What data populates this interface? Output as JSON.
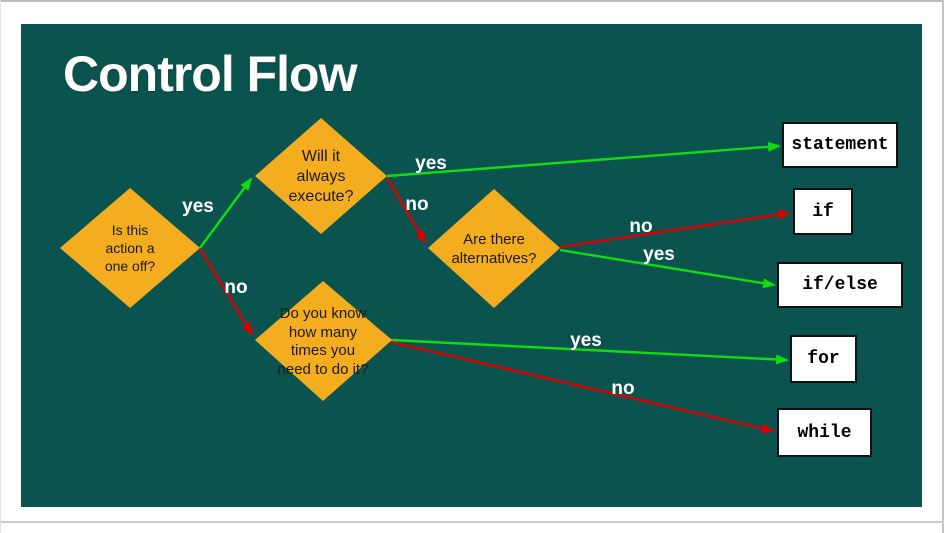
{
  "title": "Control Flow",
  "colors": {
    "slide_background": "#0b534f",
    "title_color": "#ffffff",
    "diamond_fill": "#f5ad20",
    "diamond_text": "#1a1a1a",
    "yes_arrow": "#0fde0f",
    "no_arrow": "#dd0000",
    "edge_label_color": "#ffffff",
    "outcome_background": "#ffffff",
    "outcome_border": "#111111",
    "frame_line": "#bcbcbc"
  },
  "decisions": [
    {
      "id": "one-off",
      "label": "Is this\naction a\none off?"
    },
    {
      "id": "always-execute",
      "label": "Will it\nalways\nexecute?"
    },
    {
      "id": "alternatives",
      "label": "Are there\nalternatives?"
    },
    {
      "id": "how-many-times",
      "label": "Do you know\nhow many\ntimes you\nneed to do it?"
    }
  ],
  "outcomes": [
    {
      "id": "statement",
      "label": "statement"
    },
    {
      "id": "if",
      "label": "if"
    },
    {
      "id": "if-else",
      "label": "if/else"
    },
    {
      "id": "for",
      "label": "for"
    },
    {
      "id": "while",
      "label": "while"
    }
  ],
  "edges": [
    {
      "from": "one-off",
      "to": "always-execute",
      "answer": "yes"
    },
    {
      "from": "one-off",
      "to": "how-many-times",
      "answer": "no"
    },
    {
      "from": "always-execute",
      "to": "statement",
      "answer": "yes"
    },
    {
      "from": "always-execute",
      "to": "alternatives",
      "answer": "no"
    },
    {
      "from": "alternatives",
      "to": "if",
      "answer": "no"
    },
    {
      "from": "alternatives",
      "to": "if-else",
      "answer": "yes"
    },
    {
      "from": "how-many-times",
      "to": "for",
      "answer": "yes"
    },
    {
      "from": "how-many-times",
      "to": "while",
      "answer": "no"
    }
  ]
}
